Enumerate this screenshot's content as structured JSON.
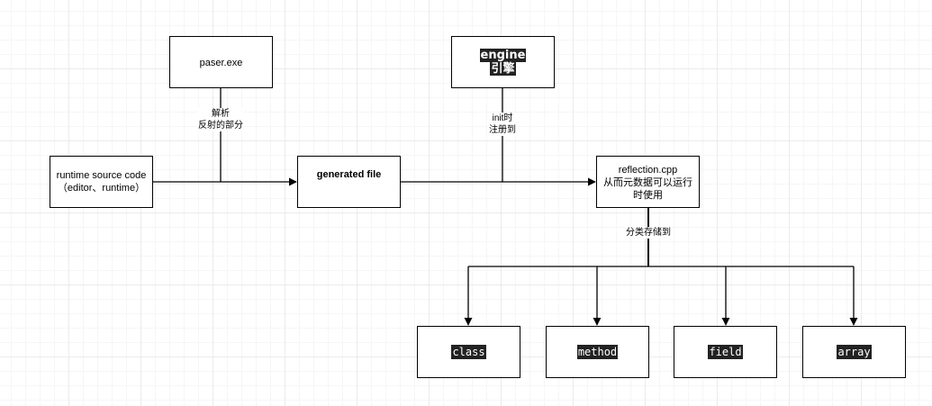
{
  "nodes": {
    "paser": {
      "label": "paser.exe"
    },
    "engine": {
      "line1": "engine",
      "line2": "引擎"
    },
    "runtime": {
      "line1": "runtime source code",
      "line2": "（editor、runtime）"
    },
    "generated": {
      "label": "generated file"
    },
    "reflection": {
      "line1": "reflection.cpp",
      "line2": "从而元数据可以运行",
      "line3": "时使用"
    },
    "class": {
      "label": "class"
    },
    "method": {
      "label": "method"
    },
    "field": {
      "label": "field"
    },
    "array": {
      "label": "array"
    }
  },
  "edge_labels": {
    "parse_line1": "解析",
    "parse_line2": "反射的部分",
    "init_line1": "init时",
    "init_line2": "注册到",
    "store": "分类存储到"
  },
  "colors": {
    "line": "#000000",
    "highlight_bg": "#222222",
    "grid": "#ebebeb"
  }
}
